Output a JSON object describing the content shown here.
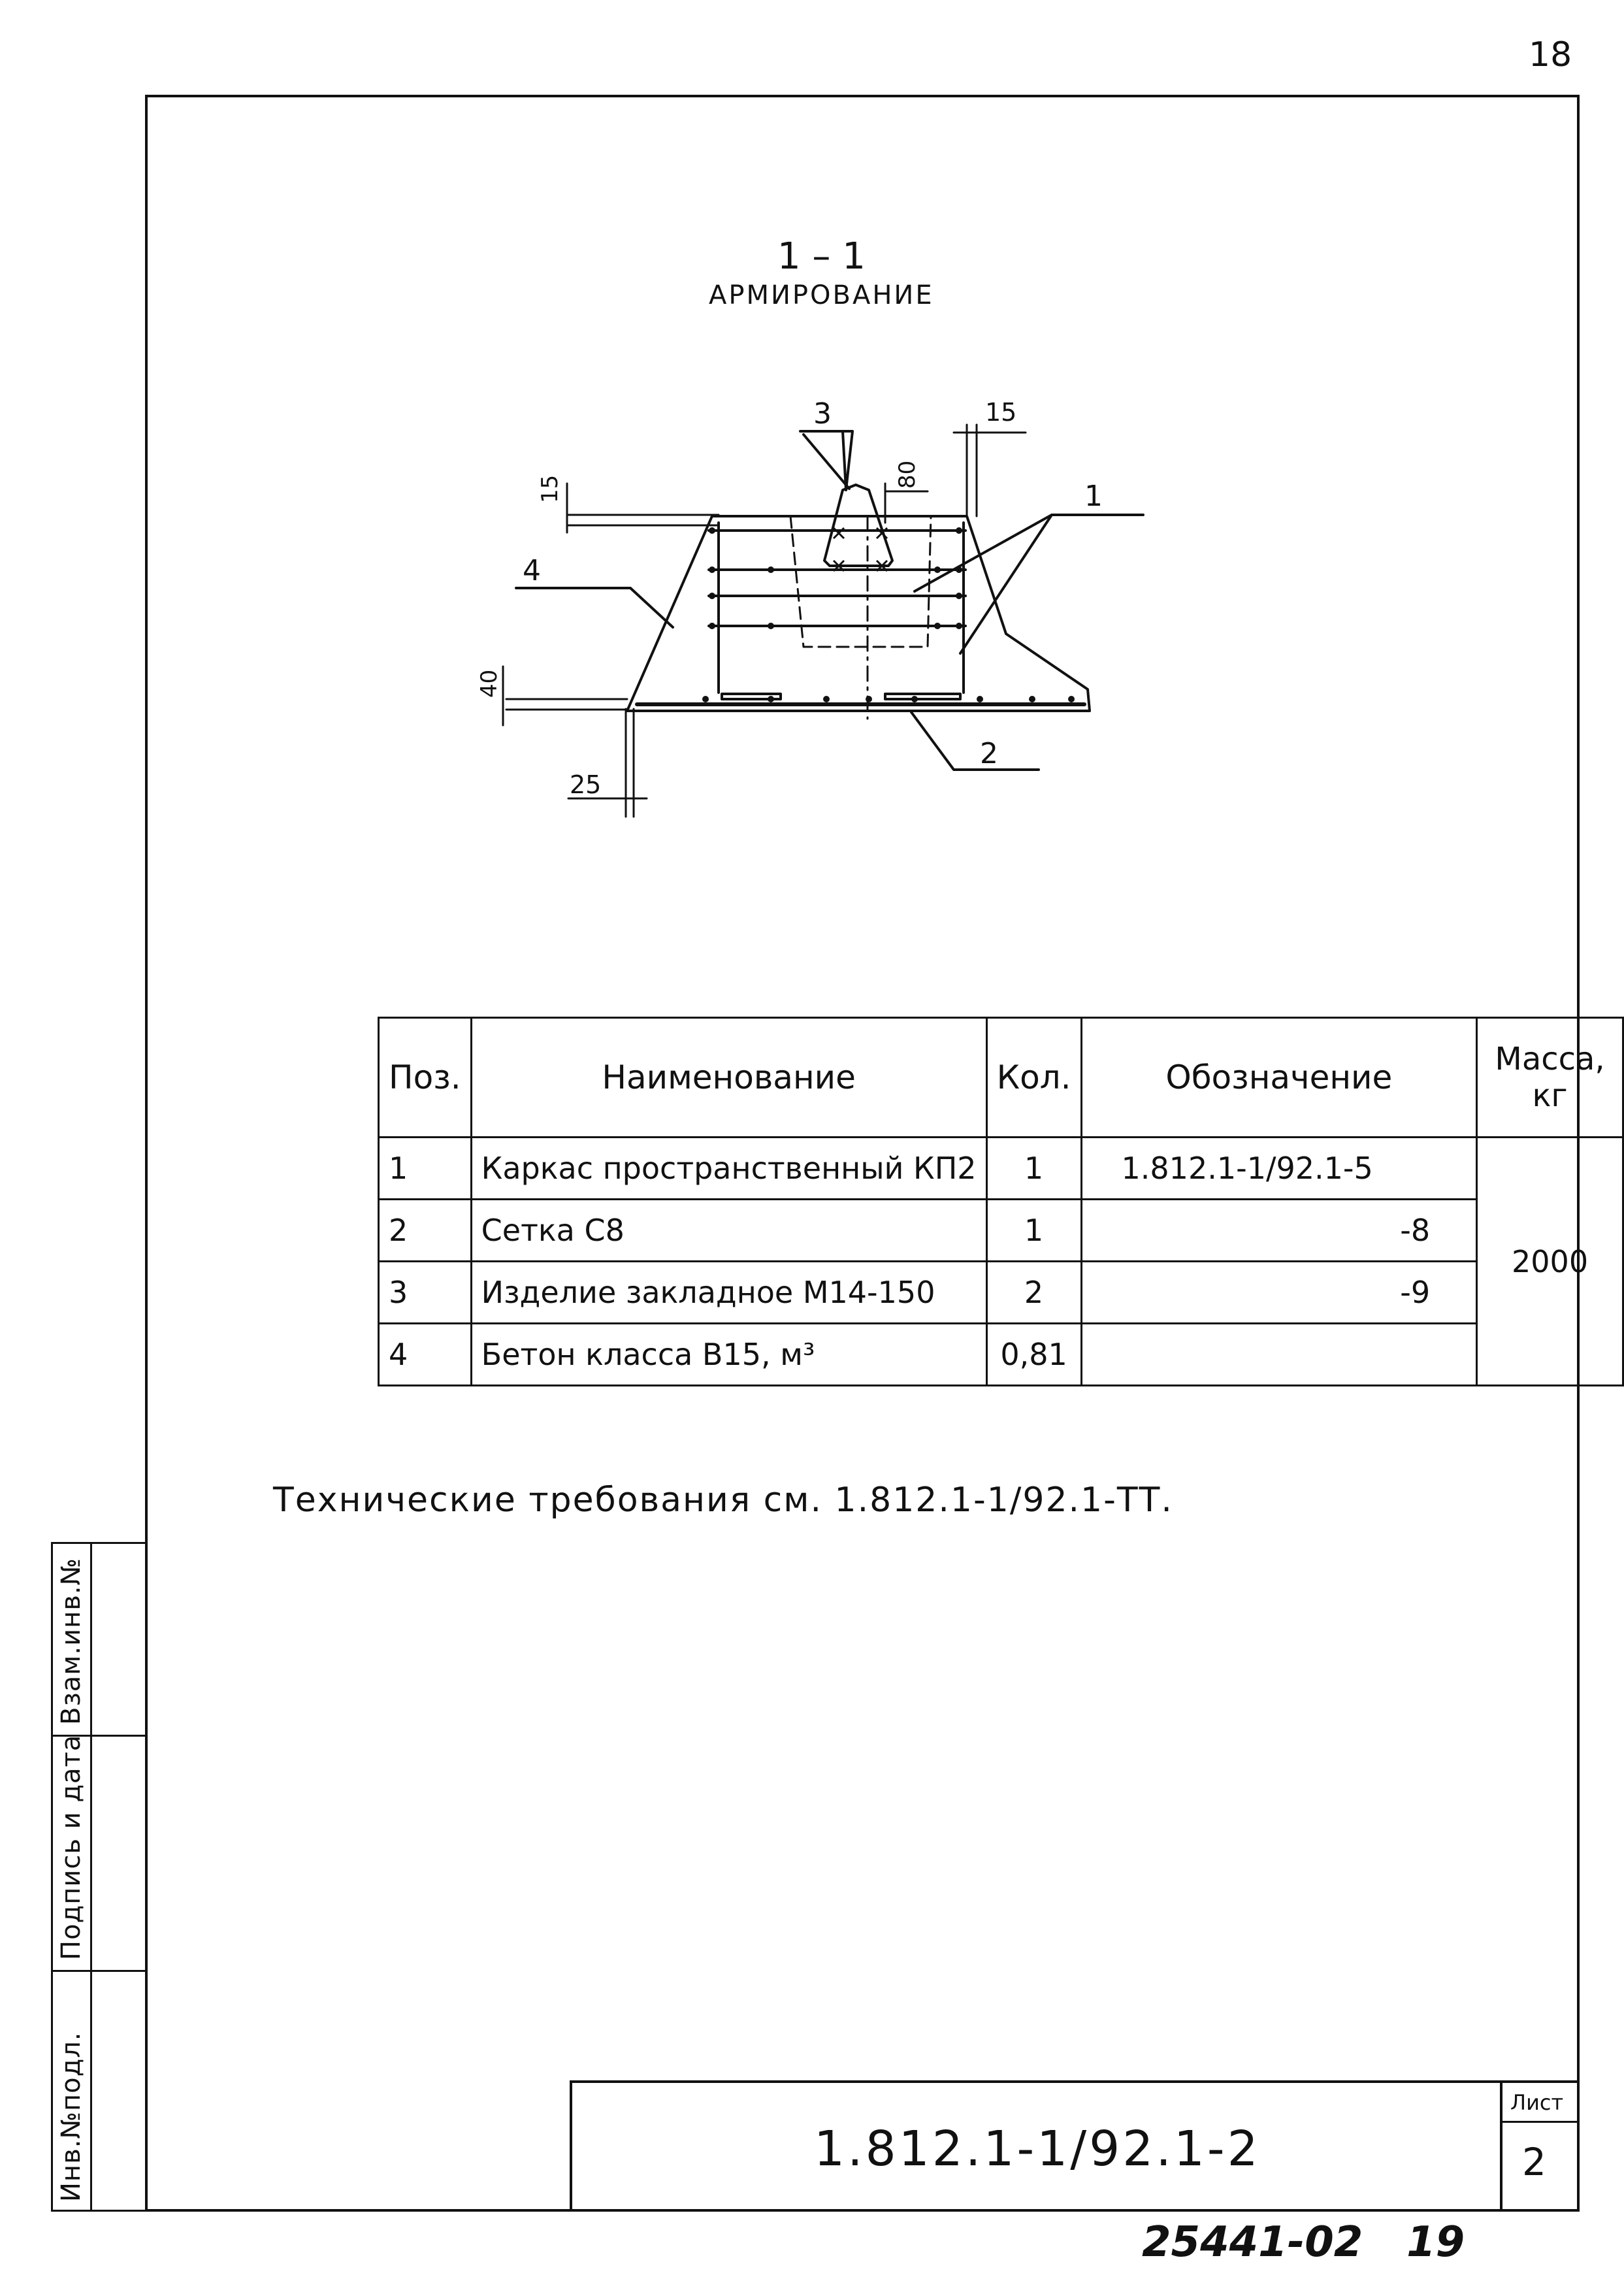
{
  "page_number": "18",
  "section": {
    "title": "1 – 1",
    "subtitle": "армирование"
  },
  "drawing": {
    "callouts": {
      "c1": "1",
      "c2": "2",
      "c3": "3",
      "c4": "4"
    },
    "dims": {
      "d15_left": "15",
      "d80": "80",
      "d15_top": "15",
      "d40": "40",
      "d25": "25"
    }
  },
  "spec_table": {
    "headers": {
      "pos": "Поз.",
      "name": "Наименование",
      "qty": "Кол.",
      "designation": "Обозначение",
      "mass": "Масса, кг"
    },
    "rows": [
      {
        "pos": "1",
        "name": "Каркас пространственный КП2",
        "qty": "1",
        "designation": "1.812.1-1/92.1-5"
      },
      {
        "pos": "2",
        "name": "Сетка С8",
        "qty": "1",
        "designation": "-8"
      },
      {
        "pos": "3",
        "name": "Изделие закладное М14-150",
        "qty": "2",
        "designation": "-9"
      },
      {
        "pos": "4",
        "name": "Бетон класса В15, м³",
        "qty": "0,81",
        "designation": ""
      }
    ],
    "mass_value": "2000"
  },
  "tech_requirements": "Технические требования  см. 1.812.1-1/92.1-ТТ.",
  "stamp": {
    "inv_podl": "Инв.№подл.",
    "podpis": "Подпись и дата",
    "vzam": "Взам.инв.№"
  },
  "title_block": {
    "code": "1.812.1-1/92.1-2",
    "sheet_label": "Лист",
    "sheet_number": "2"
  },
  "footer_code": "25441-02   19"
}
